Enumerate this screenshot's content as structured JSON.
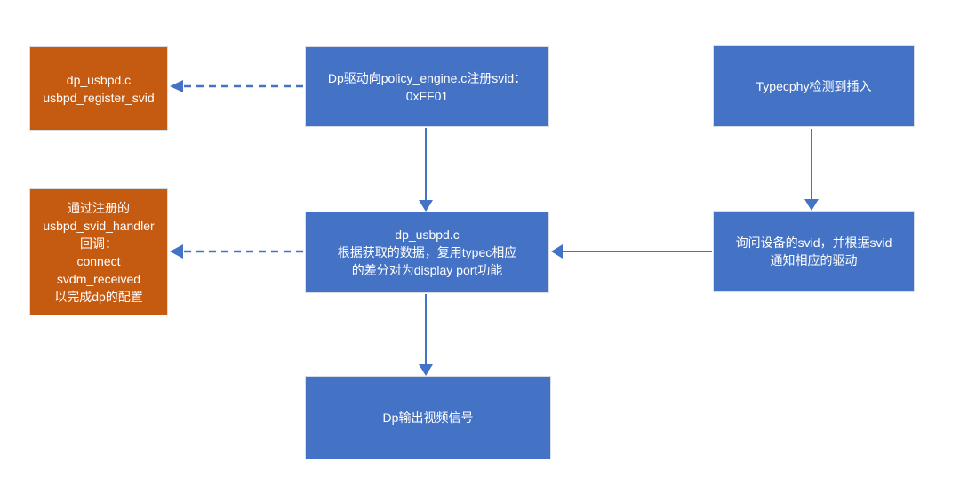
{
  "colors": {
    "background": "#ffffff",
    "node_blue": "#4472C4",
    "node_orange": "#C55A11",
    "node_border": "#D8DCE4",
    "arrow": "#4472C4",
    "text": "#ffffff"
  },
  "nodes": {
    "register_svid": "dp_usbpd.c\nusbpd_register_svid",
    "dp_driver_register": "Dp驱动向policy_engine.c注册svid：\n0xFF01",
    "typecphy_detect": "Typecphy检测到插入",
    "svid_handler_callback": "通过注册的\nusbpd_svid_handler\n回调：\nconnect\nsvdm_received\n以完成dp的配置",
    "dp_usbpd_reuse": "dp_usbpd.c\n根据获取的数据，复用typec相应\n的差分对为display port功能",
    "query_svid": "询问设备的svid，并根据svid\n通知相应的驱动",
    "dp_output": "Dp输出视频信号"
  },
  "edges": [
    {
      "from": "dp_driver_register",
      "to": "register_svid",
      "style": "dashed"
    },
    {
      "from": "dp_driver_register",
      "to": "dp_usbpd_reuse",
      "style": "solid"
    },
    {
      "from": "typecphy_detect",
      "to": "query_svid",
      "style": "solid"
    },
    {
      "from": "query_svid",
      "to": "dp_usbpd_reuse",
      "style": "solid"
    },
    {
      "from": "dp_usbpd_reuse",
      "to": "svid_handler_callback",
      "style": "dashed"
    },
    {
      "from": "dp_usbpd_reuse",
      "to": "dp_output",
      "style": "solid"
    }
  ]
}
